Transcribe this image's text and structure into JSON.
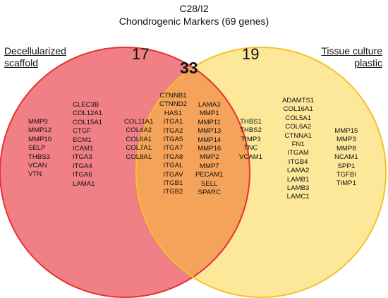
{
  "title": {
    "line1": "C28/I2",
    "line2": "Chondrogenic Markers (69 genes)"
  },
  "sets": {
    "left": {
      "label_lines": [
        "Decellularized",
        "scaffold"
      ],
      "color": "#f07f86",
      "stroke": "#e8312f"
    },
    "right": {
      "label_lines": [
        "Tissue culture",
        "plastic"
      ],
      "color": "#fde89a",
      "stroke": "#f6c12a"
    },
    "overlap_color": "#f5a35a"
  },
  "counts": {
    "left_only": "17",
    "shared": "33",
    "right_only": "19"
  },
  "genes": {
    "left_only_col1": [
      "MMP9",
      "MMP12",
      "MMP10",
      "SELP",
      "THBS3",
      "VCAN",
      "VTN"
    ],
    "left_only_col2": [
      "CLEC3B",
      "COL12A1",
      "COL15A1",
      "CTGF",
      "ECM1",
      "ICAM1",
      "ITGA3",
      "ITGA4",
      "ITGA6",
      "LAMA1"
    ],
    "shared_col1": [
      "COL11A1",
      "COL4A2",
      "COL6A1",
      "COL7A1",
      "COL8A1"
    ],
    "shared_col2": [
      "CTNNB1",
      "CTNND2",
      "HAS1",
      "ITGA1",
      "ITGA2",
      "ITGA5",
      "ITGA7",
      "ITGA8",
      "ITGAL",
      "ITGAV",
      "ITGB1",
      "ITGB2"
    ],
    "shared_col3": [
      "LAMA3",
      "MMP1",
      "MMP11",
      "MMP13",
      "MMP14",
      "MMP16",
      "MMP2",
      "MMP7",
      "PECAM1",
      "SELL",
      "SPARC"
    ],
    "shared_col4": [
      "THBS1",
      "THBS2",
      "TIMP3",
      "TNC",
      "VCAM1"
    ],
    "right_only_col1": [
      "ADAMTS1",
      "COL16A1",
      "COL5A1",
      "COL6A2",
      "CTNNA1",
      "FN1",
      "ITGAM",
      "ITGB4",
      "LAMA2",
      "LAMB1",
      "LAMB3",
      "LAMC1"
    ],
    "right_only_col2": [
      "MMP15",
      "MMP3",
      "MMP8",
      "NCAM1",
      "SPP1",
      "TGFBI",
      "TIMP1"
    ]
  }
}
